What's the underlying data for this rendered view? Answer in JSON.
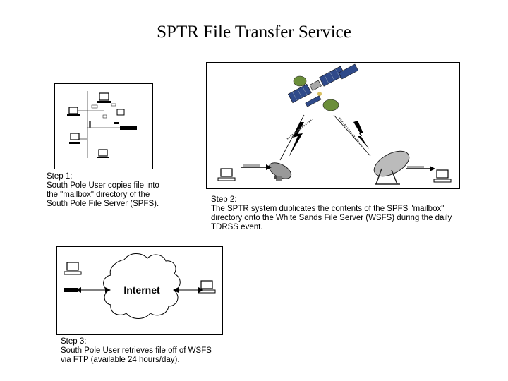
{
  "page": {
    "title": "SPTR File Transfer Service"
  },
  "step1": {
    "text": "Step 1:\nSouth Pole User copies file into\nthe \"mailbox\" directory of the\nSouth Pole File Server (SPFS)."
  },
  "step2": {
    "text": "Step 2:\nThe SPTR system duplicates the contents of the SPFS \"mailbox\"\ndirectory onto the White Sands File Server (WSFS) during the daily\nTDRSS event."
  },
  "step3": {
    "text": "Step 3:\nSouth Pole User retrieves file off of WSFS\nvia FTP (available 24 hours/day)."
  },
  "internet": {
    "label": "Internet"
  }
}
